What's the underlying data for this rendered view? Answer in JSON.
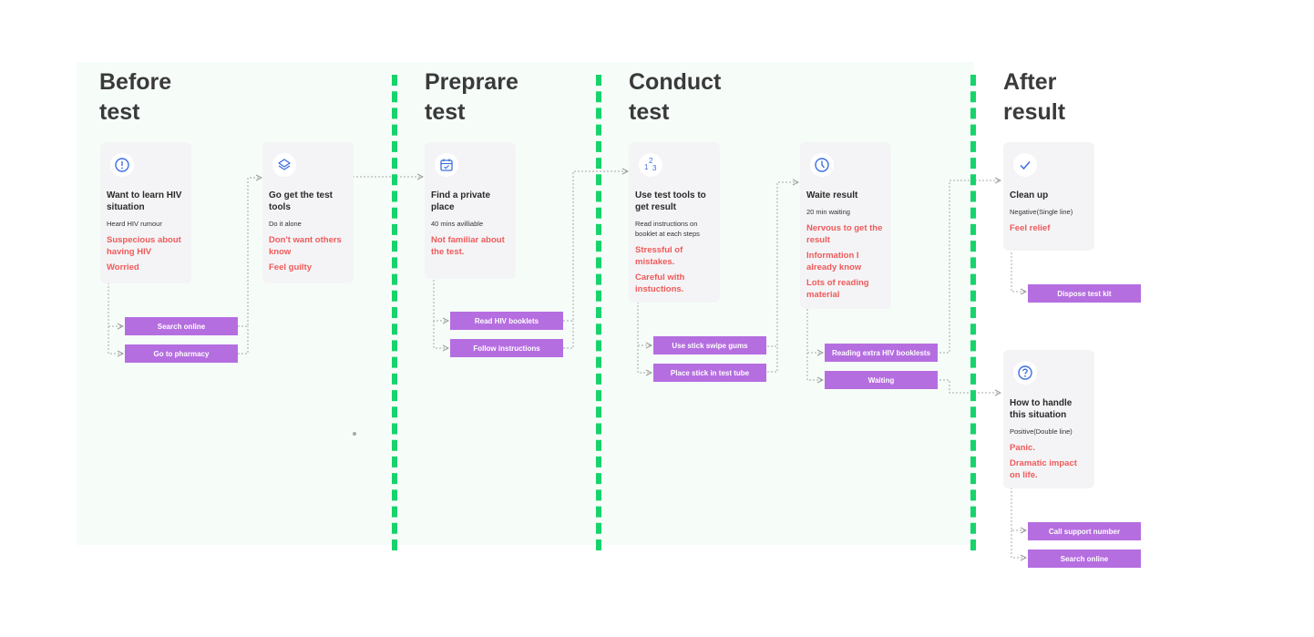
{
  "phases": [
    {
      "line1": "Before",
      "line2": "test"
    },
    {
      "line1": "Preprare",
      "line2": "test"
    },
    {
      "line1": "Conduct",
      "line2": "test"
    },
    {
      "line1": "After",
      "line2": "result"
    }
  ],
  "cards": {
    "learn": {
      "icon": "exclamation-icon",
      "title": "Want to learn HIV situation",
      "sub": "Heard HIV rumour",
      "feelings": [
        "Suspecious about having HIV",
        "Worried"
      ]
    },
    "tools": {
      "icon": "layers-icon",
      "title": "Go get the test tools",
      "sub": "Do it alone",
      "feelings": [
        "Don't want others know",
        "Feel guilty"
      ]
    },
    "place": {
      "icon": "calendar-check-icon",
      "title": "Find a private place",
      "sub": "40 mins avilliable",
      "feelings": [
        "Not familiar about the test."
      ]
    },
    "use": {
      "icon": "123-icon",
      "title": "Use test tools to get result",
      "sub": "Read instructions on booklet at each steps",
      "feelings": [
        "Stressful of mistakes.",
        "Careful with instuctions."
      ]
    },
    "wait": {
      "icon": "clock-icon",
      "title": "Waite result",
      "sub": "20 min waiting",
      "feelings": [
        "Nervous to get the result",
        "Information I already know",
        "Lots of reading material"
      ]
    },
    "clean": {
      "icon": "check-icon",
      "title": "Clean up",
      "sub": "Negative(Single line)",
      "feelings": [
        "Feel relief"
      ]
    },
    "handle": {
      "icon": "question-icon",
      "title": "How to handle this situation",
      "sub": "Positive(Double line)",
      "feelings": [
        "Panic.",
        "Dramatic impact on life."
      ]
    }
  },
  "actions": {
    "search_online": "Search online",
    "go_pharmacy": "Go to pharmacy",
    "read_booklets": "Read HIV booklets",
    "follow_instructions": "Follow  instructions",
    "swipe_gums": "Use stick swipe gums",
    "stick_tube": "Place stick in test tube",
    "reading_extra": "Reading extra HIV booklests",
    "waiting": "Waiting",
    "dispose": "Dispose test kit",
    "call_support": "Call support number",
    "search_online_2": "Search online"
  },
  "colors": {
    "accent_green": "#17d36b",
    "action_purple": "#b56ee0",
    "feeling_red": "#ef5a5a",
    "icon_blue": "#3b6fe0"
  }
}
